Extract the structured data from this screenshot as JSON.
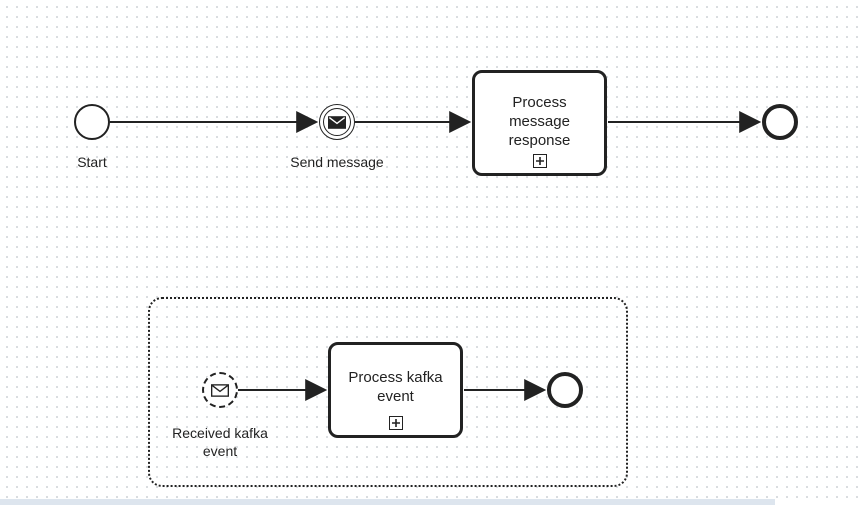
{
  "canvas": {
    "background": "#ffffff",
    "grid_dot_color": "#d3d7db"
  },
  "nodes": {
    "start": {
      "label": "Start",
      "type": "start-event"
    },
    "send_message": {
      "label": "Send message",
      "type": "intermediate-message-throw-event",
      "icon": "envelope-filled-icon"
    },
    "process_message_response": {
      "label": "Process message response",
      "type": "collapsed-subprocess",
      "marker": "plus-square-icon"
    },
    "end_top": {
      "type": "end-event"
    },
    "received_kafka": {
      "label": "Received kafka event",
      "type": "message-start-event-non-interrupting",
      "icon": "envelope-outline-icon"
    },
    "process_kafka": {
      "label": "Process kafka event",
      "type": "collapsed-subprocess",
      "marker": "plus-square-icon"
    },
    "end_sub": {
      "type": "end-event"
    }
  },
  "colors": {
    "stroke": "#222222",
    "scrollbar_track": "#dde5ee"
  }
}
